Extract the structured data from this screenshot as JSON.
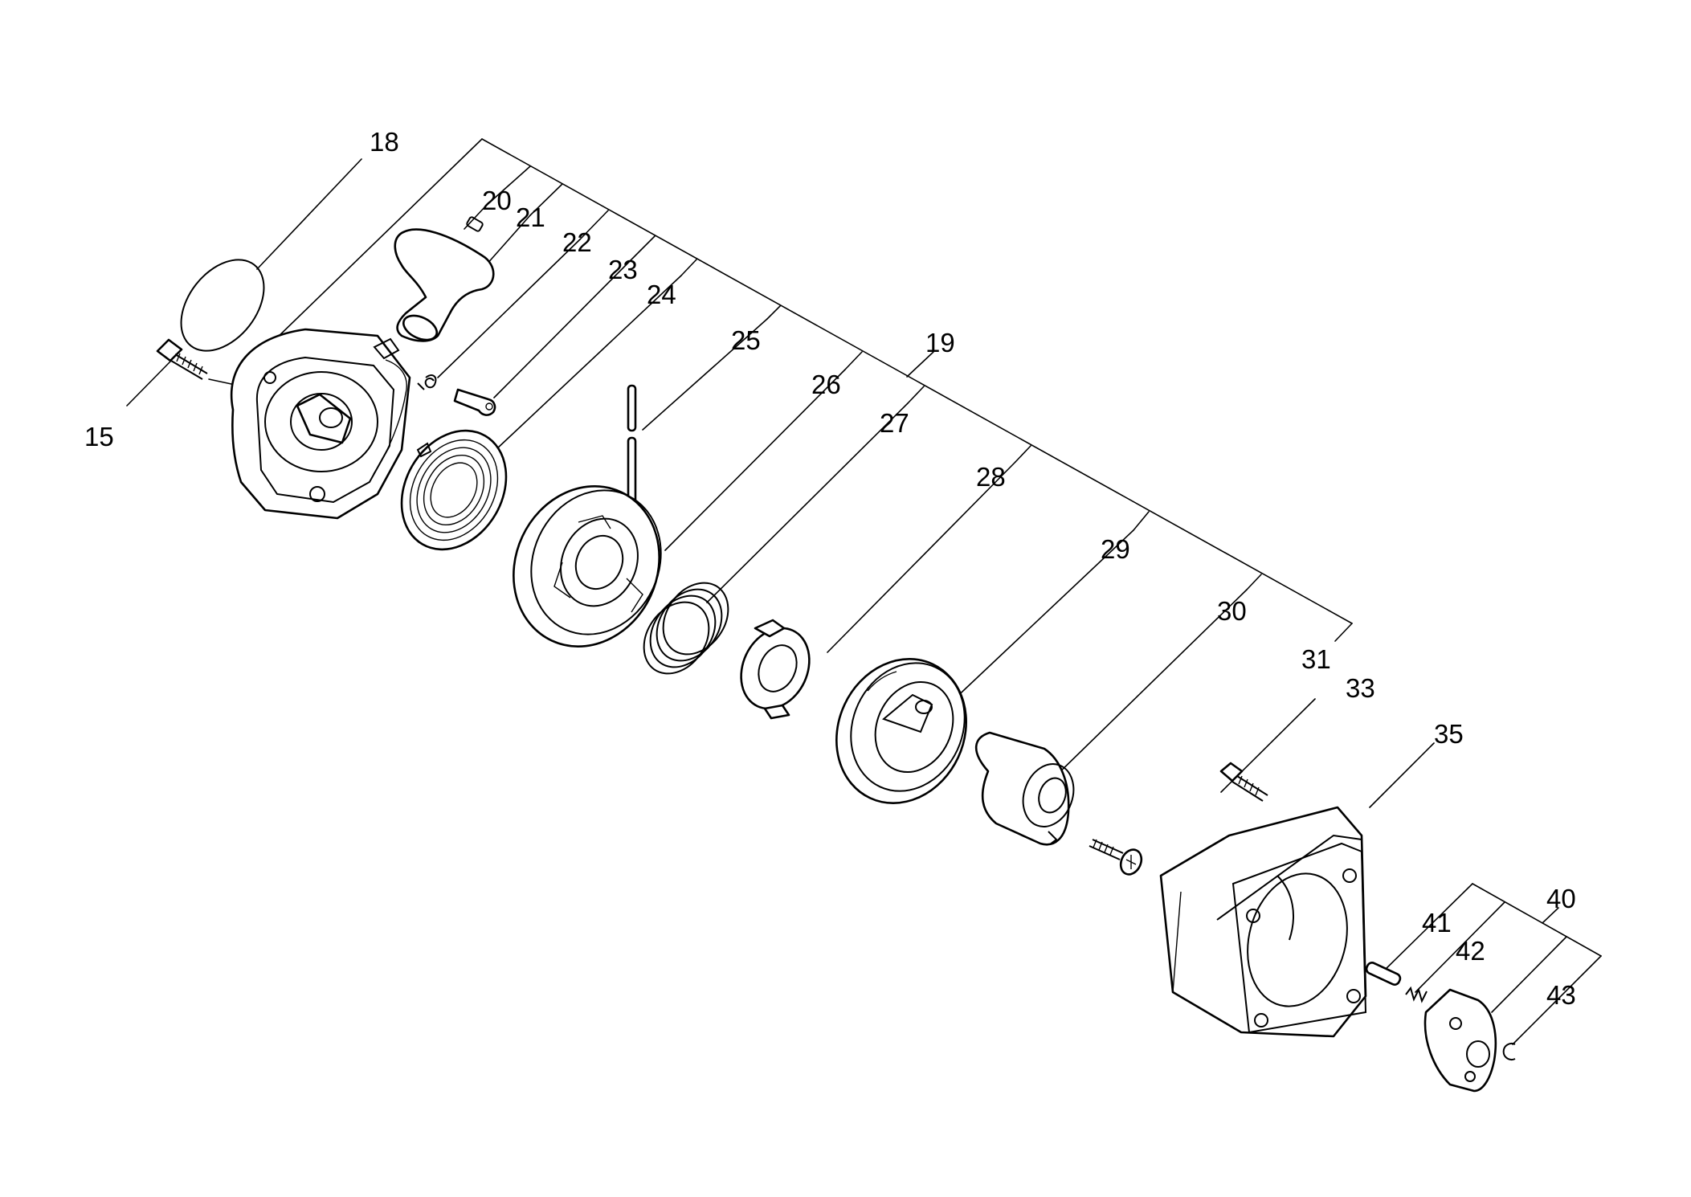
{
  "labels": {
    "p15": "15",
    "p18": "18",
    "p19": "19",
    "p20": "20",
    "p21": "21",
    "p22": "22",
    "p23": "23",
    "p24": "24",
    "p25": "25",
    "p26": "26",
    "p27": "27",
    "p28": "28",
    "p29": "29",
    "p30": "30",
    "p31": "31",
    "p33": "33",
    "p35": "35",
    "p40": "40",
    "p41": "41",
    "p42": "42",
    "p43": "43"
  }
}
